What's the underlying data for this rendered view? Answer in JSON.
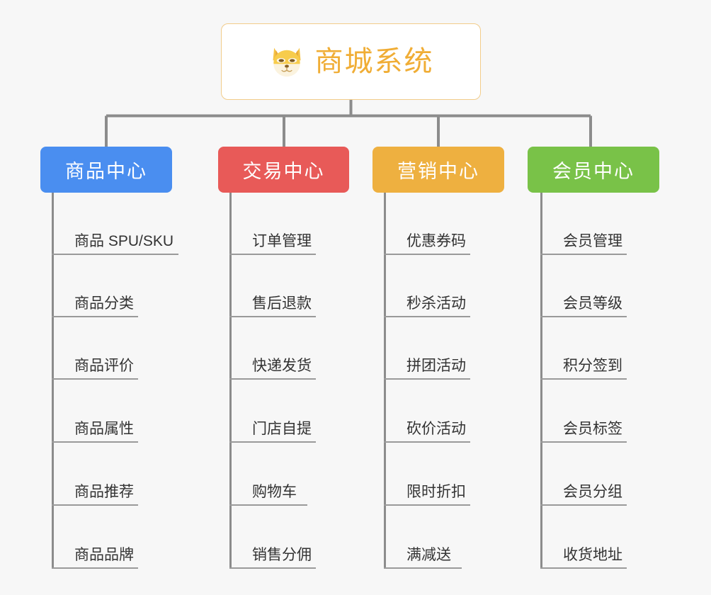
{
  "canvas": {
    "background": "#f7f7f7"
  },
  "root": {
    "title": "商城系统",
    "icon": "shiba-dog-face-icon",
    "text_color": "#f0ad35",
    "border_color": "#f2cc8a",
    "background": "#ffffff"
  },
  "connector_color": "#8c8c8c",
  "branches": [
    {
      "label": "商品中心",
      "color": "#4a8ef0",
      "items": [
        "商品 SPU/SKU",
        "商品分类",
        "商品评价",
        "商品属性",
        "商品推荐",
        "商品品牌"
      ]
    },
    {
      "label": "交易中心",
      "color": "#e85a58",
      "items": [
        "订单管理",
        "售后退款",
        "快递发货",
        "门店自提",
        "购物车",
        "销售分佣"
      ]
    },
    {
      "label": "营销中心",
      "color": "#eeb040",
      "items": [
        "优惠券码",
        "秒杀活动",
        "拼团活动",
        "砍价活动",
        "限时折扣",
        "满减送"
      ]
    },
    {
      "label": "会员中心",
      "color": "#79c248",
      "items": [
        "会员管理",
        "会员等级",
        "积分签到",
        "会员标签",
        "会员分组",
        "收货地址"
      ]
    }
  ]
}
